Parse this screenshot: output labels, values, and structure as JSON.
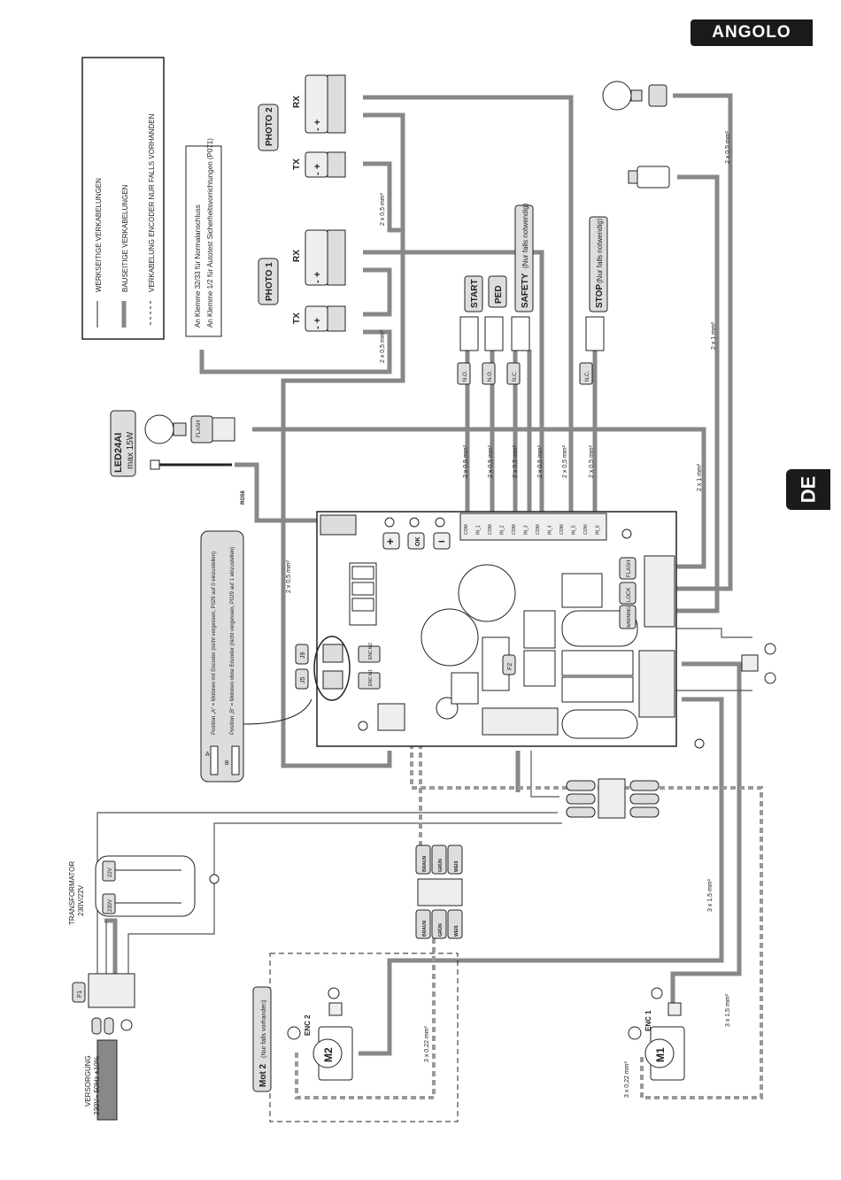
{
  "header": {
    "brand": "ANGOLO",
    "language": "DE"
  },
  "legend": {
    "items": [
      "WERKSEITIGE VERKABELUNGEN",
      "BAUSEITIGE VERKABELUNGEN",
      "VERKABELUNG ENCODER NUR FALLS VORHANDEN"
    ]
  },
  "note_p071": {
    "line1": "An Klemme 32/33 für Normalanschluss",
    "line2": "An Klemme 1/2 für Autotest Sicherheitsvorrichtungen (P071)"
  },
  "photo": {
    "photo1": "PHOTO 1",
    "photo2": "PHOTO 2",
    "rx": "RX",
    "tx": "TX",
    "polarity": "- +"
  },
  "commands": {
    "start": "START",
    "ped": "PED",
    "safety": "SAFETY",
    "safety_note": "(Nur falls notwendig)",
    "stop": "STOP",
    "stop_note": "(Nur falls notwendig)",
    "contacts": [
      "N.O.",
      "N.O.",
      "N.C.",
      "N.C."
    ]
  },
  "led": {
    "label": "LED24AI",
    "sub": "max 15W",
    "flash": "FLASH",
    "antenna": "RG58"
  },
  "cables": {
    "c05": "2 x 0,5 mm²",
    "c1": "2 x 1 mm²",
    "c15": "3 x 1,5 mm²",
    "c022": "3 x 0,22 mm²"
  },
  "board": {
    "buttons": [
      "+",
      "OK",
      "−"
    ],
    "terminals": [
      "COM",
      "IN_1",
      "COM",
      "IN_2",
      "COM",
      "IN_3",
      "COM",
      "IN_4",
      "COM",
      "IN_5",
      "COM",
      "IN_6"
    ],
    "outputs": [
      "FLASH",
      "LOCK",
      "WARNING"
    ],
    "fuse": "F2",
    "jumpers": [
      "J9",
      "J5"
    ],
    "enc": [
      "ENC M2",
      "ENC M1"
    ]
  },
  "jumper_note": {
    "a": "Position „A“ = Motoren mit Encoder (nicht vergessen, P029 auf 0 einzustellen)",
    "b": "Position „B“ = Motoren ohne Encoder (nicht vergessen, P029 auf 1 einzustellen)",
    "labelA": "A",
    "labelB": "B"
  },
  "wire_colors": [
    "BRAUN",
    "GRÜN",
    "WEIß"
  ],
  "power": {
    "transformer": "TRANSFORMATOR",
    "transformer_rating": "230V/22V",
    "v22": "22V",
    "v230": "230V",
    "fuse": "F1",
    "supply": "VERSORGUNG",
    "supply_rating": "230V~ 50Hz ±10%"
  },
  "motors": {
    "m1": "M1",
    "m2": "M2",
    "enc1": "ENC 1",
    "enc2": "ENC 2",
    "mot2_title": "Mot 2",
    "mot2_note": "(Nur falls vorhanden)"
  }
}
